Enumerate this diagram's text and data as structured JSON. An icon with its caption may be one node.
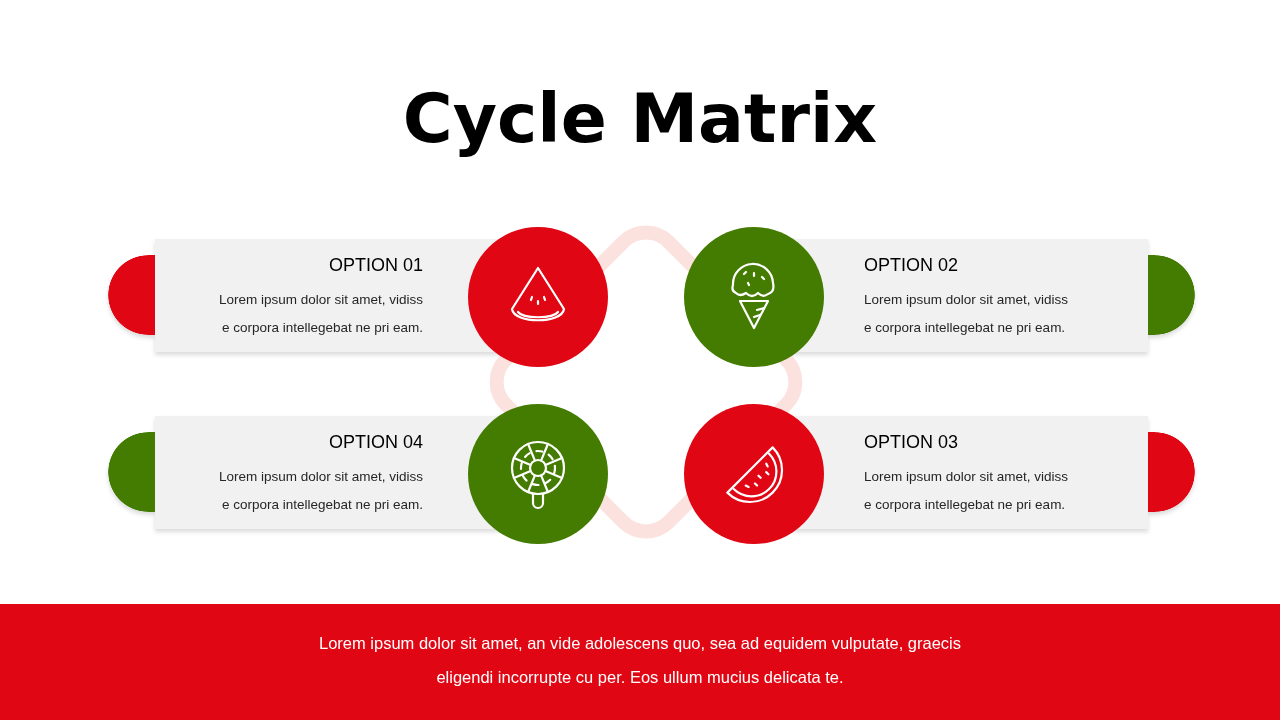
{
  "diagram": {
    "title": "Cycle Matrix",
    "nodes": [
      {
        "text": [
          "OPTION 01",
          "Lorem ipsum dolor sit amet, vidiss e corpora intellegebat ne pri eam."
        ]
      },
      {
        "text": [
          "OPTION 02",
          "Lorem ipsum dolor sit amet, vidiss e corpora intellegebat ne pri eam."
        ]
      },
      {
        "text": [
          "OPTION 04",
          "Lorem ipsum dolor sit amet, vidiss e corpora intellegebat ne pri eam."
        ]
      },
      {
        "text": [
          "OPTION 03",
          "Lorem ipsum dolor sit amet, vidiss e corpora intellegebat ne pri eam."
        ]
      },
      {
        "text": [
          "Lorem ipsum dolor sit amet, an vide adolescens quo, sea ad equidem vulputate, graecis eligendi incorrupte cu per. Eos ullum mucius delicata te."
        ]
      }
    ]
  }
}
